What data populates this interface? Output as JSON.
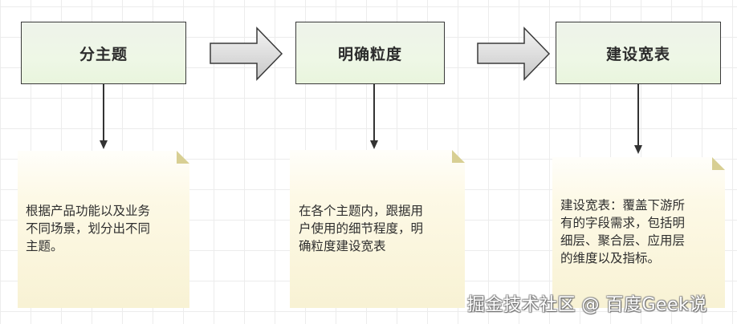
{
  "diagram": {
    "steps": [
      {
        "label": "分主题",
        "note": "根据产品功能以及业务\n不同场景，划分出不同\n主题。"
      },
      {
        "label": "明确粒度",
        "note": "在各个主题内，跟据用\n户使用的细节程度，明\n确粒度建设宽表"
      },
      {
        "label": "建设宽表",
        "note": "建设宽表：覆盖下游所\n有的字段需求，包括明\n细层、聚合层、应用层\n的维度以及指标。"
      }
    ],
    "arrows": [
      "arrow-right-icon",
      "arrow-right-icon"
    ],
    "colors": {
      "box_fill": "#eef5e6",
      "box_border": "#3a3a3a",
      "note_fill": "#fbf6dc",
      "note_fold": "#d8cf93",
      "arrow_fill": "#d9d9d9",
      "grid_line": "#ececec"
    }
  },
  "watermark": "掘金技术社区 @ 百度Geek说"
}
